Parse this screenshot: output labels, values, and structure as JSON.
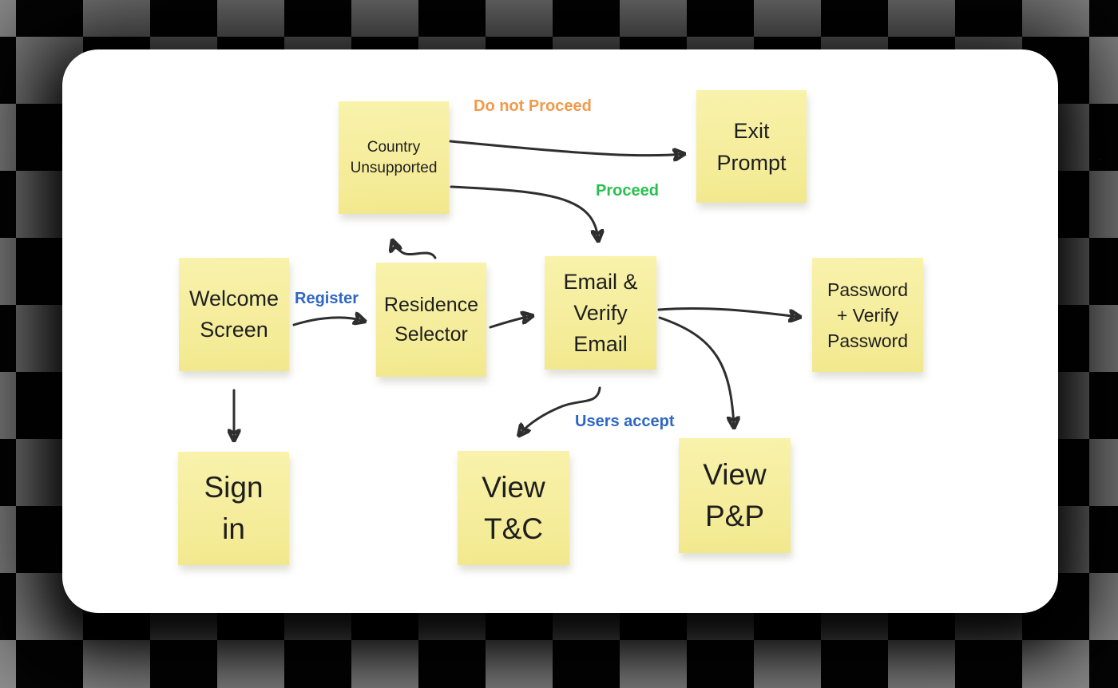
{
  "diagram": {
    "notes": [
      {
        "id": "country-unsupported",
        "label": "Country\nUnsupported"
      },
      {
        "id": "exit-prompt",
        "label": "Exit\nPrompt"
      },
      {
        "id": "welcome-screen",
        "label": "Welcome\nScreen"
      },
      {
        "id": "residence-selector",
        "label": "Residence\nSelector"
      },
      {
        "id": "email-verify-email",
        "label": "Email &\nVerify\nEmail"
      },
      {
        "id": "password-verify-password",
        "label": "Password\n+ Verify\nPassword"
      },
      {
        "id": "sign-in",
        "label": "Sign\nin"
      },
      {
        "id": "view-tc",
        "label": "View\nT&C"
      },
      {
        "id": "view-pp",
        "label": "View\nP&P"
      }
    ],
    "edge_labels": [
      {
        "id": "do-not-proceed",
        "text": "Do not Proceed",
        "color": "#F2994A"
      },
      {
        "id": "proceed",
        "text": "Proceed",
        "color": "#27C14F"
      },
      {
        "id": "register",
        "text": "Register",
        "color": "#2F66C5"
      },
      {
        "id": "users-accept",
        "text": "Users accept",
        "color": "#2F66C5"
      }
    ],
    "colors": {
      "note_bg": "#F5EE9E",
      "note_text": "#1E1E1E",
      "arrow": "#2E2E2E",
      "card_bg": "#FFFFFF",
      "backdrop_dark": "#050505",
      "backdrop_light": "#949494"
    }
  }
}
